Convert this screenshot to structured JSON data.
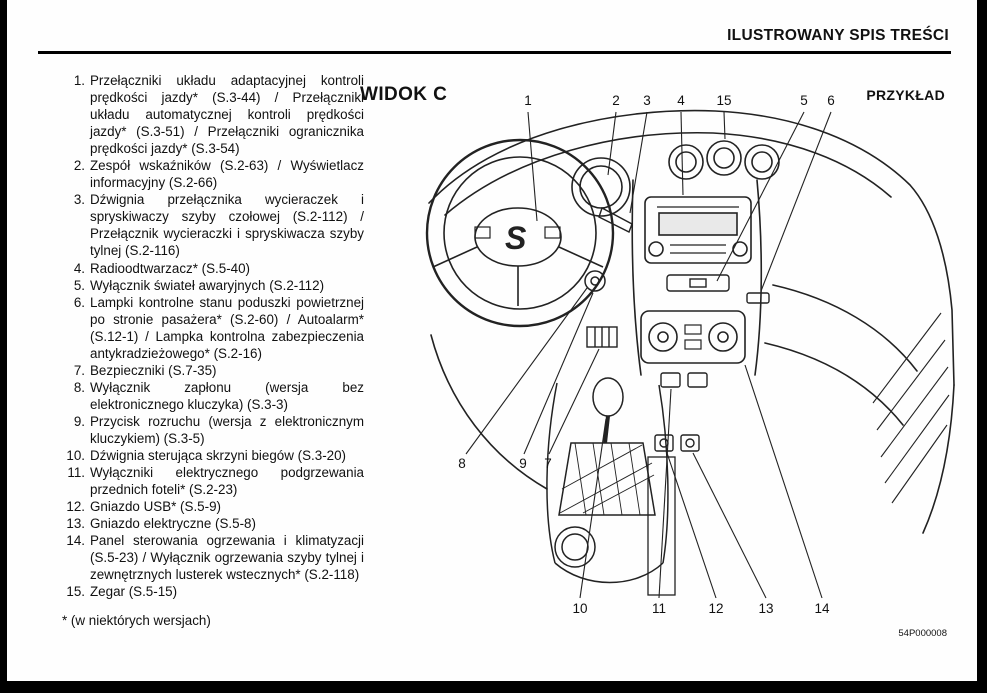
{
  "header": {
    "title": "ILUSTROWANY SPIS TREŚCI"
  },
  "toc_items": [
    {
      "num": "1.",
      "text": "Przełączniki układu adaptacyjnej kontroli prędkości jazdy* (S.3-44) / Przełączniki układu automatycznej kontroli prędkości jazdy* (S.3-51) / Przełączniki ogranicznika prędkości jazdy* (S.3-54)"
    },
    {
      "num": "2.",
      "text": "Zespół wskaźników (S.2-63) / Wyświetlacz informacyjny (S.2-66)"
    },
    {
      "num": "3.",
      "text": "Dźwignia przełącznika wycieraczek i spryskiwaczy szyby czołowej (S.2-112) / Przełącznik wycieraczki i spryskiwacza szyby tylnej (S.2-116)"
    },
    {
      "num": "4.",
      "text": "Radioodtwarzacz* (S.5-40)"
    },
    {
      "num": "5.",
      "text": "Wyłącznik świateł awaryjnych (S.2-112)"
    },
    {
      "num": "6.",
      "text": "Lampki kontrolne stanu poduszki powietrznej po stronie pasażera* (S.2-60) / Autoalarm* (S.12-1) / Lampka kontrolna zabezpieczenia antykradzieżowego* (S.2-16)"
    },
    {
      "num": "7.",
      "text": "Bezpieczniki (S.7-35)"
    },
    {
      "num": "8.",
      "text": "Wyłącznik zapłonu (wersja bez elektronicznego kluczyka) (S.3-3)"
    },
    {
      "num": "9.",
      "text": "Przycisk rozruchu (wersja z elektronicznym kluczykiem) (S.3-5)"
    },
    {
      "num": "10.",
      "text": "Dźwignia sterująca skrzyni biegów (S.3-20)"
    },
    {
      "num": "11.",
      "text": "Wyłączniki elektrycznego podgrzewania przednich foteli* (S.2-23)"
    },
    {
      "num": "12.",
      "text": "Gniazdo USB* (S.5-9)"
    },
    {
      "num": "13.",
      "text": "Gniazdo elektryczne (S.5-8)"
    },
    {
      "num": "14.",
      "text": "Panel sterowania ogrzewania i klimatyzacji (S.5-23) / Wyłącznik ogrzewania szyby tylnej i zewnętrznych lusterek wstecznych* (S.2-118)"
    },
    {
      "num": "15.",
      "text": "Zegar (S.5-15)"
    }
  ],
  "footnote": "* (w niektórych wersjach)",
  "diagram": {
    "view_label": "WIDOK C",
    "example_label": "PRZYKŁAD",
    "drawing_code": "54P000008",
    "logo_letter": "S",
    "callouts": [
      "1",
      "2",
      "3",
      "4",
      "15",
      "5",
      "6",
      "8",
      "9",
      "7",
      "10",
      "11",
      "12",
      "13",
      "14"
    ]
  }
}
